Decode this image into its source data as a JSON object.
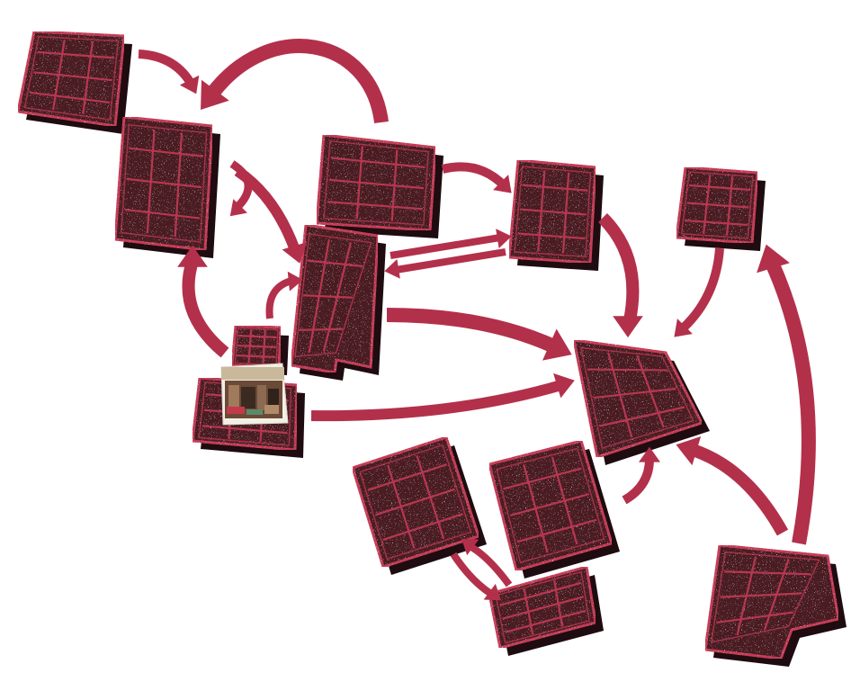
{
  "colors": {
    "background": "#ffffff",
    "plot_fill": "#4a1a22",
    "plot_line": "#c23a55",
    "shadow": "#1e0c10",
    "arrow": "#b3304b",
    "arrow_dark": "#8c2238",
    "photo_awning": "#c9b89a",
    "photo_interior": "#6b4a36"
  },
  "icons": {
    "plot": "floor-plan-tile",
    "arrow": "curved-arrow",
    "photo": "shopfront-photo"
  }
}
